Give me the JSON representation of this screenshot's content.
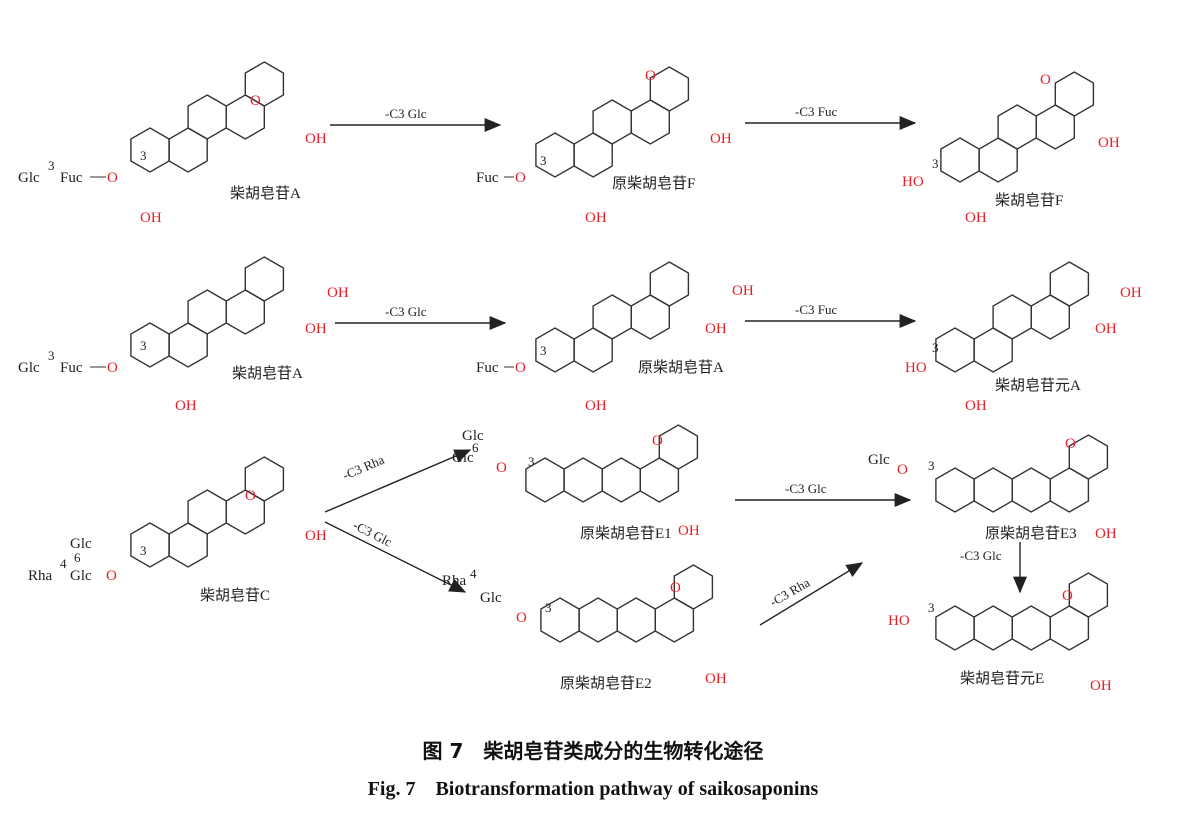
{
  "compounds": [
    {
      "name": "柴胡皂苷A",
      "sugar_outer": "Glc",
      "link": "3",
      "sugar_inner": "Fuc",
      "ether_o": "O",
      "position": "3",
      "oh_1": "OH",
      "oh_2": "OH",
      "bridge_o": "O"
    },
    {
      "name": "原柴胡皂苷F",
      "sugar_inner": "Fuc",
      "ether_o": "O",
      "position": "3",
      "oh_1": "OH",
      "oh_2": "OH",
      "bridge_o": "O"
    },
    {
      "name": "柴胡皂苷F",
      "ho": "HO",
      "position": "3",
      "oh_1": "OH",
      "oh_2": "OH",
      "bridge_o": "O"
    },
    {
      "name": "柴胡皂苷A",
      "sugar_outer": "Glc",
      "link": "3",
      "sugar_inner": "Fuc",
      "ether_o": "O",
      "position": "3",
      "oh_1": "OH",
      "oh_2": "OH",
      "oh_3": "OH"
    },
    {
      "name": "原柴胡皂苷A",
      "sugar_inner": "Fuc",
      "ether_o": "O",
      "position": "3",
      "oh_1": "OH",
      "oh_2": "OH",
      "oh_3": "OH"
    },
    {
      "name": "柴胡皂苷元A",
      "ho": "HO",
      "position": "3",
      "oh_1": "OH",
      "oh_2": "OH",
      "oh_3": "OH"
    },
    {
      "name": "柴胡皂苷C",
      "sugar_top": "Glc",
      "link_top": "6",
      "sugar_outer": "Rha",
      "link": "4",
      "sugar_inner": "Glc",
      "ether_o": "O",
      "position": "3",
      "oh_2": "OH",
      "bridge_o": "O"
    },
    {
      "name": "原柴胡皂苷E1",
      "sugar_top": "Glc",
      "link_top": "6",
      "sugar_inner": "Glc",
      "ether_o": "O",
      "position": "3",
      "oh_2": "OH",
      "bridge_o": "O"
    },
    {
      "name": "原柴胡皂苷E2",
      "sugar_outer": "Rha",
      "link": "4",
      "sugar_inner": "Glc",
      "ether_o": "O",
      "position": "3",
      "oh_2": "OH",
      "bridge_o": "O"
    },
    {
      "name": "原柴胡皂苷E3",
      "sugar_inner": "Glc",
      "ether_o": "O",
      "position": "3",
      "oh_2": "OH",
      "bridge_o": "O"
    },
    {
      "name": "柴胡皂苷元E",
      "ho": "HO",
      "position": "3",
      "oh_2": "OH",
      "bridge_o": "O"
    }
  ],
  "arrows": [
    {
      "label": "-C3 Glc"
    },
    {
      "label": "-C3 Fuc"
    },
    {
      "label": "-C3 Glc"
    },
    {
      "label": "-C3 Fuc"
    },
    {
      "label": "-C3 Rha"
    },
    {
      "label": "-C3 Glc"
    },
    {
      "label": "-C3 Glc"
    },
    {
      "label": "-C3 Rha"
    },
    {
      "label": "-C3 Glc"
    }
  ],
  "caption": {
    "cn": "图 7　柴胡皂苷类成分的生物转化途径",
    "en": "Fig. 7　Biotransformation pathway of saikosaponins"
  },
  "colors": {
    "heteroatom": "#e8202a",
    "bond": "#333333"
  }
}
